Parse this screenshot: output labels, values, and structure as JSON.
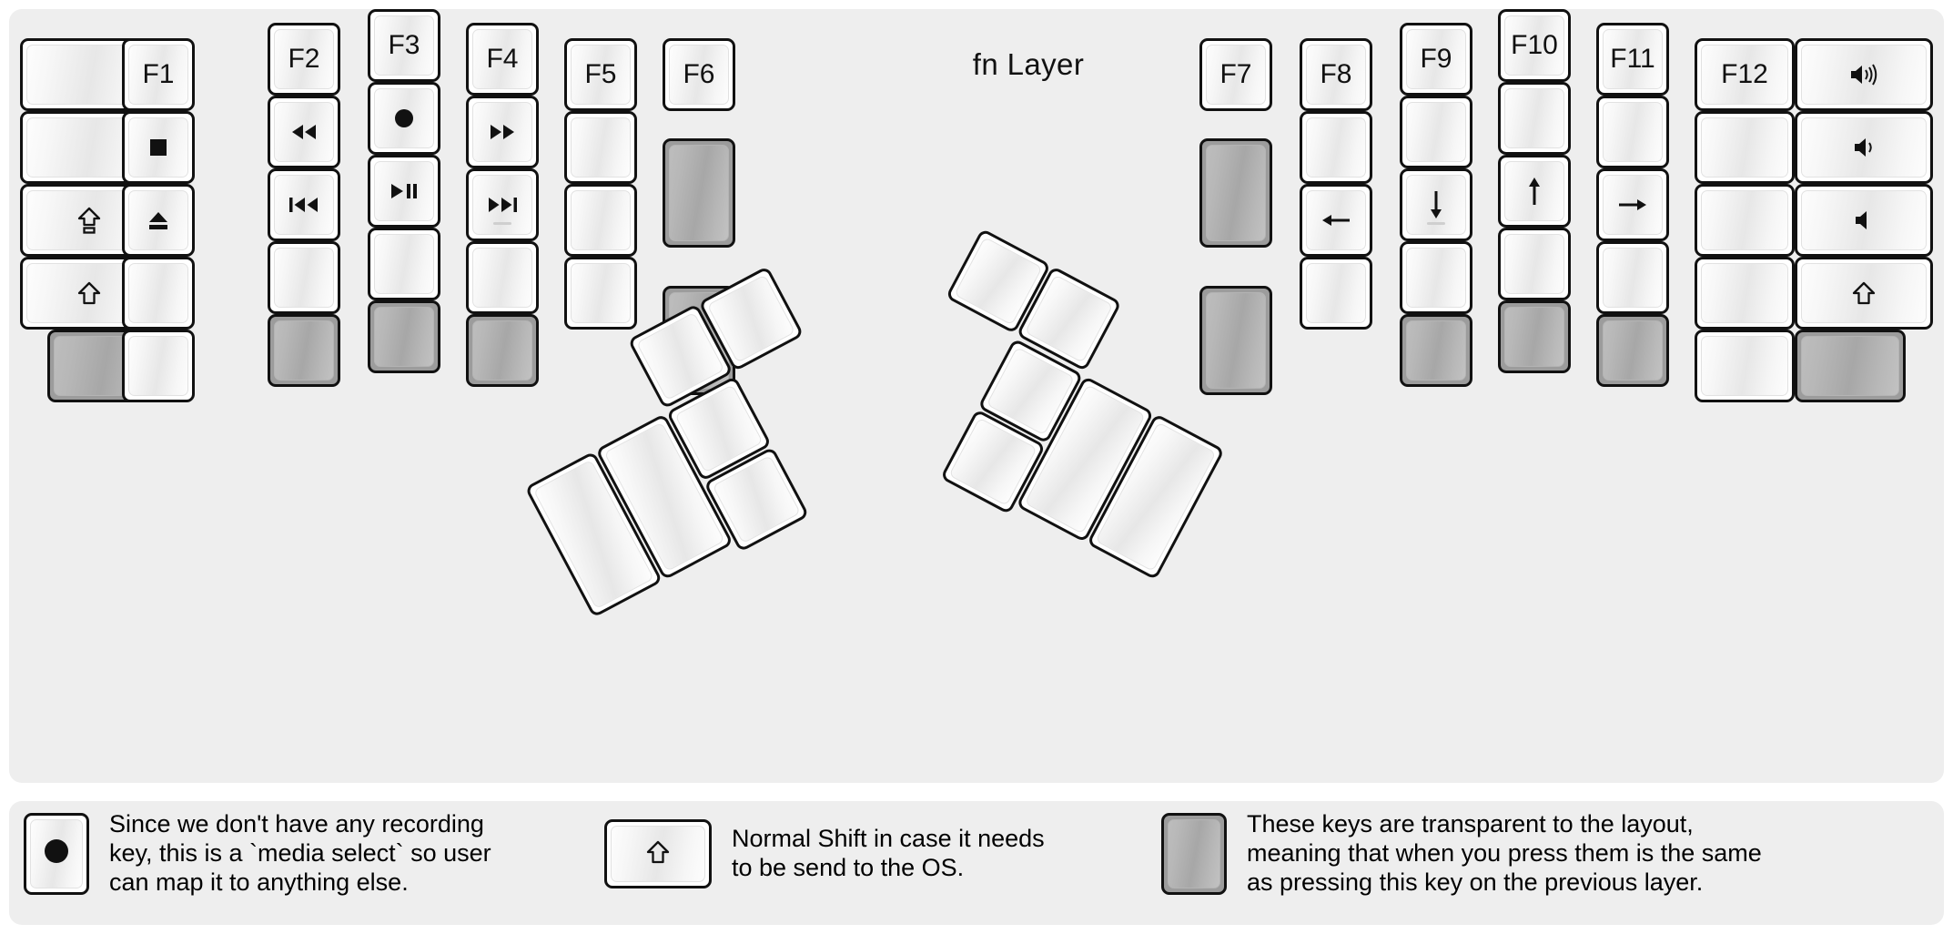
{
  "title": "fn Layer",
  "colors": {
    "panel_bg": "#eeeeee",
    "page_bg": "#ffffff",
    "key_border": "#111111",
    "key_face_light": "#fdfdfd",
    "key_face_mid": "#e7e7e7",
    "transparent_key": "#9c9c9c",
    "text": "#000000"
  },
  "left_half": {
    "columns": [
      {
        "name": "col-1",
        "keys": [
          {
            "label": "",
            "icon": "",
            "type": "normal",
            "unit": "1.5u"
          },
          {
            "label": "",
            "icon": "",
            "type": "normal",
            "unit": "1.5u"
          },
          {
            "label": "",
            "icon": "caps-lock-icon",
            "type": "normal",
            "unit": "1.5u"
          },
          {
            "label": "",
            "icon": "shift-icon",
            "type": "normal",
            "unit": "1.5u"
          },
          {
            "label": "",
            "icon": "",
            "type": "transparent",
            "unit": "1.25u"
          }
        ]
      },
      {
        "name": "col-2",
        "keys": [
          {
            "label": "F1",
            "icon": "",
            "type": "normal",
            "unit": "1u"
          },
          {
            "label": "",
            "icon": "media-stop-icon",
            "type": "normal",
            "unit": "1u"
          },
          {
            "label": "",
            "icon": "media-eject-icon",
            "type": "normal",
            "unit": "1u"
          },
          {
            "label": "",
            "icon": "",
            "type": "normal",
            "unit": "1u"
          },
          {
            "label": "",
            "icon": "",
            "type": "normal",
            "unit": "1u"
          }
        ]
      },
      {
        "name": "col-3",
        "keys": [
          {
            "label": "F2",
            "icon": "",
            "type": "normal",
            "unit": "1u"
          },
          {
            "label": "",
            "icon": "media-rewind-icon",
            "type": "normal",
            "unit": "1u"
          },
          {
            "label": "",
            "icon": "media-previous-icon",
            "type": "normal",
            "unit": "1u"
          },
          {
            "label": "",
            "icon": "",
            "type": "normal",
            "unit": "1u"
          },
          {
            "label": "",
            "icon": "",
            "type": "transparent",
            "unit": "1u"
          }
        ]
      },
      {
        "name": "col-4",
        "keys": [
          {
            "label": "F3",
            "icon": "",
            "type": "normal",
            "unit": "1u"
          },
          {
            "label": "",
            "icon": "media-record-icon",
            "type": "normal",
            "unit": "1u"
          },
          {
            "label": "",
            "icon": "media-play-pause-icon",
            "type": "normal",
            "unit": "1u"
          },
          {
            "label": "",
            "icon": "",
            "type": "normal",
            "unit": "1u"
          },
          {
            "label": "",
            "icon": "",
            "type": "transparent",
            "unit": "1u"
          }
        ]
      },
      {
        "name": "col-5",
        "keys": [
          {
            "label": "F4",
            "icon": "",
            "type": "normal",
            "unit": "1u"
          },
          {
            "label": "",
            "icon": "media-fast-forward-icon",
            "type": "normal",
            "unit": "1u"
          },
          {
            "label": "",
            "icon": "media-next-icon",
            "type": "normal",
            "unit": "1u",
            "homing": true
          },
          {
            "label": "",
            "icon": "",
            "type": "normal",
            "unit": "1u"
          },
          {
            "label": "",
            "icon": "",
            "type": "transparent",
            "unit": "1u"
          }
        ]
      },
      {
        "name": "col-6",
        "keys": [
          {
            "label": "F5",
            "icon": "",
            "type": "normal",
            "unit": "1u"
          },
          {
            "label": "",
            "icon": "",
            "type": "normal",
            "unit": "1u"
          },
          {
            "label": "",
            "icon": "",
            "type": "normal",
            "unit": "1u"
          },
          {
            "label": "",
            "icon": "",
            "type": "normal",
            "unit": "1u"
          }
        ]
      },
      {
        "name": "col-7",
        "keys": [
          {
            "label": "F6",
            "icon": "",
            "type": "normal",
            "unit": "1u"
          },
          {
            "label": "",
            "icon": "",
            "type": "transparent",
            "unit": "1.5u"
          },
          {
            "label": "",
            "icon": "",
            "type": "transparent",
            "unit": "1.5u"
          }
        ]
      }
    ],
    "thumb_cluster": {
      "name": "left-thumb-cluster",
      "rotation_deg": -28,
      "keys": [
        {
          "label": "",
          "icon": "",
          "type": "normal",
          "size": "tall"
        },
        {
          "label": "",
          "icon": "",
          "type": "normal",
          "size": "tall"
        },
        {
          "label": "",
          "icon": "",
          "type": "normal",
          "size": "square"
        },
        {
          "label": "",
          "icon": "",
          "type": "normal",
          "size": "square"
        },
        {
          "label": "",
          "icon": "",
          "type": "normal",
          "size": "square"
        },
        {
          "label": "",
          "icon": "",
          "type": "normal",
          "size": "square"
        }
      ]
    }
  },
  "right_half": {
    "columns": [
      {
        "name": "col-1",
        "keys": [
          {
            "label": "F7",
            "icon": "",
            "type": "normal",
            "unit": "1u"
          },
          {
            "label": "",
            "icon": "",
            "type": "transparent",
            "unit": "1.5u"
          },
          {
            "label": "",
            "icon": "",
            "type": "transparent",
            "unit": "1.5u"
          }
        ]
      },
      {
        "name": "col-2",
        "keys": [
          {
            "label": "F8",
            "icon": "",
            "type": "normal",
            "unit": "1u"
          },
          {
            "label": "",
            "icon": "",
            "type": "normal",
            "unit": "1u"
          },
          {
            "label": "",
            "icon": "arrow-left-icon",
            "type": "normal",
            "unit": "1u"
          },
          {
            "label": "",
            "icon": "",
            "type": "normal",
            "unit": "1u"
          }
        ]
      },
      {
        "name": "col-3",
        "keys": [
          {
            "label": "F9",
            "icon": "",
            "type": "normal",
            "unit": "1u"
          },
          {
            "label": "",
            "icon": "",
            "type": "normal",
            "unit": "1u"
          },
          {
            "label": "",
            "icon": "arrow-down-icon",
            "type": "normal",
            "unit": "1u",
            "homing": true
          },
          {
            "label": "",
            "icon": "",
            "type": "normal",
            "unit": "1u"
          },
          {
            "label": "",
            "icon": "",
            "type": "transparent",
            "unit": "1u"
          }
        ]
      },
      {
        "name": "col-4",
        "keys": [
          {
            "label": "F10",
            "icon": "",
            "type": "normal",
            "unit": "1u"
          },
          {
            "label": "",
            "icon": "",
            "type": "normal",
            "unit": "1u"
          },
          {
            "label": "",
            "icon": "arrow-up-icon",
            "type": "normal",
            "unit": "1u"
          },
          {
            "label": "",
            "icon": "",
            "type": "normal",
            "unit": "1u"
          },
          {
            "label": "",
            "icon": "",
            "type": "transparent",
            "unit": "1u"
          }
        ]
      },
      {
        "name": "col-5",
        "keys": [
          {
            "label": "F11",
            "icon": "",
            "type": "normal",
            "unit": "1u"
          },
          {
            "label": "",
            "icon": "",
            "type": "normal",
            "unit": "1u"
          },
          {
            "label": "",
            "icon": "arrow-right-icon",
            "type": "normal",
            "unit": "1u"
          },
          {
            "label": "",
            "icon": "",
            "type": "normal",
            "unit": "1u"
          },
          {
            "label": "",
            "icon": "",
            "type": "transparent",
            "unit": "1u"
          }
        ]
      },
      {
        "name": "col-6",
        "keys": [
          {
            "label": "F12",
            "icon": "",
            "type": "normal",
            "unit": "1.5u"
          },
          {
            "label": "",
            "icon": "",
            "type": "normal",
            "unit": "1.5u"
          },
          {
            "label": "",
            "icon": "",
            "type": "normal",
            "unit": "1.5u"
          },
          {
            "label": "",
            "icon": "",
            "type": "normal",
            "unit": "1.5u"
          },
          {
            "label": "",
            "icon": "",
            "type": "normal",
            "unit": "1.5u"
          }
        ]
      },
      {
        "name": "col-7",
        "keys": [
          {
            "label": "",
            "icon": "volume-up-icon",
            "type": "normal",
            "unit": "1.5u"
          },
          {
            "label": "",
            "icon": "volume-down-icon",
            "type": "normal",
            "unit": "1.5u"
          },
          {
            "label": "",
            "icon": "volume-mute-icon",
            "type": "normal",
            "unit": "1.5u"
          },
          {
            "label": "",
            "icon": "shift-icon",
            "type": "normal",
            "unit": "1.5u"
          },
          {
            "label": "",
            "icon": "",
            "type": "transparent",
            "unit": "1.25u"
          }
        ]
      }
    ],
    "thumb_cluster": {
      "name": "right-thumb-cluster",
      "rotation_deg": 28,
      "keys": [
        {
          "label": "",
          "icon": "",
          "type": "normal",
          "size": "tall"
        },
        {
          "label": "",
          "icon": "",
          "type": "normal",
          "size": "tall"
        },
        {
          "label": "",
          "icon": "",
          "type": "normal",
          "size": "square"
        },
        {
          "label": "",
          "icon": "",
          "type": "normal",
          "size": "square"
        },
        {
          "label": "",
          "icon": "",
          "type": "normal",
          "size": "square"
        },
        {
          "label": "",
          "icon": "",
          "type": "normal",
          "size": "square"
        }
      ]
    }
  },
  "legend": [
    {
      "key_icon": "media-record-icon",
      "key_type": "normal",
      "text": "Since we don't have any recording\nkey, this is a `media select` so user\ncan map it to anything else."
    },
    {
      "key_icon": "shift-icon",
      "key_type": "normal",
      "text": "Normal Shift in case it needs\nto be send to the OS."
    },
    {
      "key_icon": "",
      "key_type": "transparent",
      "text": "These keys are transparent to the layout,\nmeaning that when you press them is the same\nas pressing this key on the previous layer."
    }
  ]
}
